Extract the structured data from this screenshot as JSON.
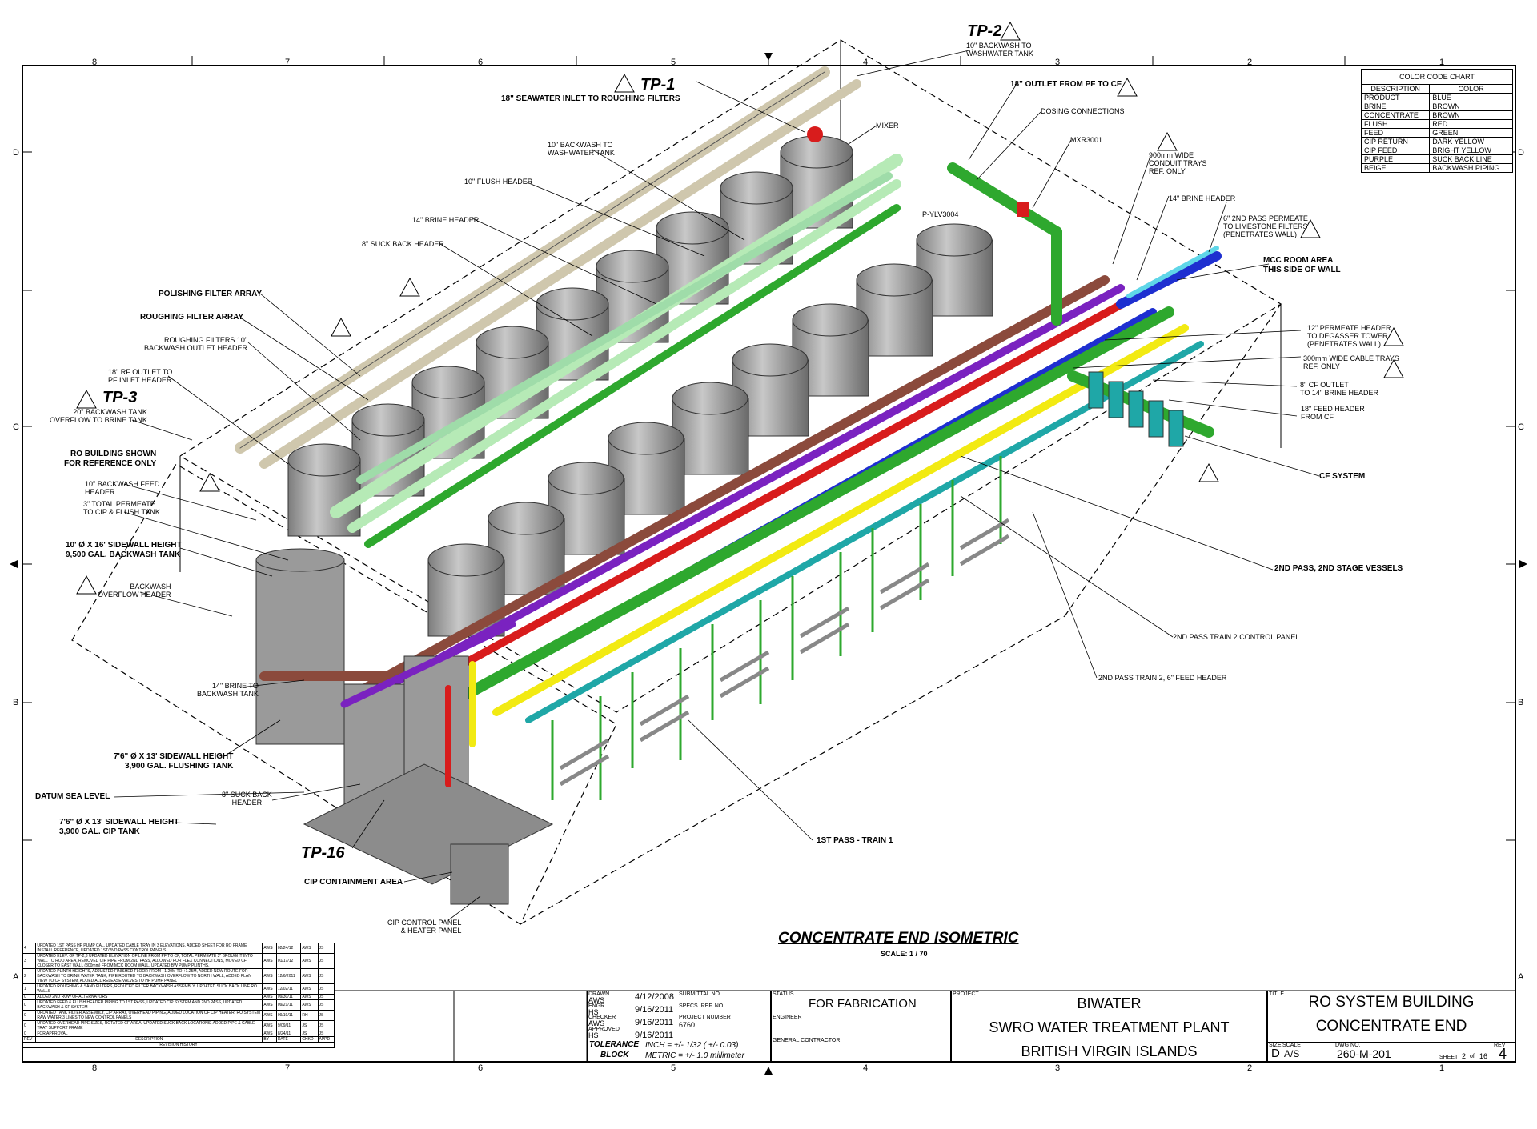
{
  "drawing": {
    "title": "CONCENTRATE END ISOMETRIC",
    "scale": "SCALE: 1 / 70"
  },
  "grid": {
    "cols": [
      "8",
      "7",
      "6",
      "5",
      "4",
      "3",
      "2",
      "1"
    ],
    "rows": [
      "D",
      "C",
      "B",
      "A"
    ]
  },
  "tags": {
    "tp1": "TP-1",
    "tp2": "TP-2",
    "tp3": "TP-3",
    "tp16": "TP-16"
  },
  "labels": {
    "tp2_note": "10\" BACKWASH TO\nWASHWATER TANK",
    "seawater_inlet": "18\" SEAWATER INLET TO ROUGHING FILTERS",
    "outlet_pf_cf": "18\" OUTLET FROM PF TO CF",
    "dosing": "DOSING CONNECTIONS",
    "mixer": "MIXER",
    "mxr": "MXR3001",
    "backwash_ww": "10\" BACKWASH TO\nWASHWATER TANK",
    "flush_header": "10\" FLUSH HEADER",
    "brine_header_14_left": "14\" BRINE HEADER",
    "suck_back_header": "8\" SUCK BACK HEADER",
    "vlv": "P-YLV3004",
    "conduit": "900mm WIDE\nCONDUIT TRAYS\nREF. ONLY",
    "brine_header_14_right": "14\" BRINE HEADER",
    "permeate_2nd": "6\" 2ND PASS PERMEATE\nTO LIMESTONE FILTERS\n(PENETRATES WALL)",
    "mcc": "MCC ROOM AREA\nTHIS SIDE OF WALL",
    "polishing": "POLISHING FILTER ARRAY",
    "roughing": "ROUGHING FILTER ARRAY",
    "roughing_bw": "ROUGHING FILTERS 10\"\nBACKWASH OUTLET HEADER",
    "rf_outlet": "18\" RF OUTLET TO\nPF INLET HEADER",
    "tp3_note": "20\" BACKWASH TANK\nOVERFLOW TO BRINE TANK",
    "ro_building": "RO BUILDING SHOWN\nFOR REFERENCE ONLY",
    "bw_feed": "10\" BACKWASH FEED\nHEADER",
    "total_permeate": "3\" TOTAL PERMEATE\nTO CIP & FLUSH TANK",
    "bw_tank": "10' Ø X 16' SIDEWALL HEIGHT\n9,500 GAL. BACKWASH TANK",
    "bw_overflow": "BACKWASH\nOVERFLOW HEADER",
    "permeate_12": "12\" PERMEATE HEADER\nTO DEGASSER TOWER\n(PENETRATES WALL)",
    "cable_trays": "300mm WIDE CABLE TRAYS\nREF. ONLY",
    "cf_outlet": "8\" CF OUTLET\nTO 14\" BRINE HEADER",
    "feed_header": "18\" FEED HEADER\nFROM CF",
    "cf_system": "CF SYSTEM",
    "second_pass": "2ND PASS, 2ND STAGE VESSELS",
    "train2_panel": "2ND PASS TRAIN 2 CONTROL PANEL",
    "train2_feed": "2ND PASS TRAIN 2, 6\" FEED HEADER",
    "brine_to_bw": "14\" BRINE TO\nBACKWASH TANK",
    "flushing_tank": "7'6\" Ø X 13' SIDEWALL HEIGHT\n3,900 GAL. FLUSHING TANK",
    "datum": "DATUM SEA LEVEL",
    "suck_back": "8\" SUCK BACK\nHEADER",
    "cip_tank": "7'6\" Ø X 13' SIDEWALL HEIGHT\n3,900 GAL. CIP TANK",
    "first_pass": "1ST PASS - TRAIN 1",
    "cip_area": "CIP CONTAINMENT AREA",
    "cip_panel": "CIP CONTROL PANEL\n& HEATER PANEL"
  },
  "color_chart": {
    "title": "COLOR CODE CHART",
    "headers": [
      "DESCRIPTION",
      "COLOR"
    ],
    "rows": [
      [
        "PRODUCT",
        "BLUE"
      ],
      [
        "BRINE",
        "BROWN"
      ],
      [
        "CONCENTRATE",
        "BROWN"
      ],
      [
        "FLUSH",
        "RED"
      ],
      [
        "FEED",
        "GREEN"
      ],
      [
        "CIP RETURN",
        "DARK YELLOW"
      ],
      [
        "CIP FEED",
        "BRIGHT YELLOW"
      ],
      [
        "PURPLE",
        "SUCK BACK LINE"
      ],
      [
        "BEIGE",
        "BACKWASH PIPING"
      ]
    ]
  },
  "title_block": {
    "drawn_label": "DRAWN",
    "drawn_by": "AWS",
    "drawn_date": "4/12/2008",
    "engr_label": "ENGR",
    "engr_by": "HS",
    "engr_date": "9/16/2011",
    "checked_label": "CHECKER",
    "checked_by": "AWS",
    "checked_date": "9/16/2011",
    "approved_label": "APPROVED",
    "approved_by": "HS",
    "approved_date": "9/16/2011",
    "submittal": "SUBMITTAL NO.",
    "specs": "SPECS. REF. NO.",
    "project_number_label": "PROJECT NUMBER",
    "project_number": "6760",
    "status_label": "STATUS",
    "status": "FOR FABRICATION",
    "engineer_label": "ENGINEER",
    "contractor_label": "GENERAL CONTRACTOR",
    "project_label": "PROJECT",
    "project_1": "BIWATER",
    "project_2": "SWRO WATER TREATMENT PLANT",
    "project_3": "BRITISH VIRGIN ISLANDS",
    "title_label": "TITLE",
    "title_1": "RO SYSTEM BUILDING",
    "title_2": "CONCENTRATE END",
    "size_label": "SIZE",
    "size": "D",
    "scale_label": "SCALE",
    "scale": "A/S",
    "dwg_label": "DWG NO.",
    "dwg": "260-M-201",
    "sheet_label": "SHEET",
    "sheet": "2",
    "of_label": "of",
    "sheet_total": "16",
    "rev_label": "REV",
    "rev": "4",
    "tolerance_1": "TOLERANCE",
    "tolerance_2": "BLOCK",
    "tol_inch": "INCH = +/- 1/32 ( +/- 0.03)",
    "tol_metric": "METRIC = +/- 1.0 millimeter"
  },
  "revision": {
    "headers": [
      "REV",
      "DESCRIPTION",
      "BY",
      "DATE",
      "CHKD",
      "APPD"
    ],
    "history_label": "REVISION HISTORY",
    "rows": [
      [
        "4",
        "UPDATED 1ST PASS HP PUMP CAL, UPDATED CABLE TRAY IN 3 ELEVATIONS, ADDED SHEET FOR RO FRAME INSTALL REFERENCE, UPDATED 1ST/2ND PASS CONTROL PANELS",
        "AWS",
        "02/24/12",
        "AWS",
        "JS"
      ],
      [
        "3",
        "UPDATED ELEV. OF TP-2,3 UPDATED ELEVATION OF LINE FROM PF TO CF, TOTAL PERMEATE 3\" BROUGHT INTO WALL TO ROO AREA, REMOVED CIP PIPE FROM 2ND PASS, ALLOWED FOR FLEX CONNECTIONS, MOVED CF CLOSER TO EAST WALL (300mm) FROM MCC ROOM WALL, UPDATED BW PUMP PLINTHS.",
        "AWS",
        "01/17/12",
        "AWS",
        "JS"
      ],
      [
        "2",
        "UPDATED PLINTH HEIGHTS, ADJUSTED FINISHED FLOOR FROM +1.20M TO +1.25M, ADDED NEW ROUTE FOR BACKWASH TO BRINE WATER TANK, PIPE ROUTED TO BACKWASH OVERFLOW TO NORTH WALL, ADDED PLAN VIEW TO CF SYSTEM, ADDED ALL RELEASE VALVES TO HP PUMP PANEL",
        "AWS",
        "12/6/2011",
        "AWS",
        "JS"
      ],
      [
        "1",
        "UPDATED ROUGHING & SAND FILTERS, REDUCED FILTER BACKWASH ASSEMBLY, UPDATED SUCK BACK LINE RO WALLS",
        "AWS",
        "12/02/11",
        "AWS",
        "JS"
      ],
      [
        "0",
        "ADDED 2ND ROW OF ALTERNATORS",
        "AWS",
        "09/30/11",
        "AWS",
        "JS"
      ],
      [
        "0",
        "UPDATED FEED & FLUSH HEADER PIPING TO 1ST PASS, UPDATED CIP SYSTEM AND 2ND PASS, UPDATED BACKWASH & CF SYSTEM",
        "AWS",
        "09/21/11",
        "AWS",
        "JS"
      ],
      [
        "0",
        "UPDATED TANK FILTER ASSEMBLY, CIP ARRAY, OVERHEAD PIPING, ADDED LOCATION OF CIP HEATER, RO SYSTEM RAW WATER 3 LINES TO NEW CONTROL PANELS",
        "AWS",
        "09/19/11",
        "RH",
        "JS"
      ],
      [
        "0",
        "UPDATED OVERHEAD PIPE SIZES, ROTATED CF AREA, UPDATED SUCK BACK LOCATIONS, ADDED PIPE & CABLE TRAY SUPPORT FRAME",
        "AWS",
        "9/09/11",
        "JS",
        "JS"
      ],
      [
        "0",
        "FOR APPROVAL",
        "AWS",
        "8/24/11",
        "JS",
        "JS"
      ]
    ]
  },
  "colors": {
    "feed": "#2ea82e",
    "brine": "#8b4a3c",
    "product": "#1e2fd0",
    "flush": "#d81c1c",
    "cip_feed": "#f2ea12",
    "suck_back": "#7a22c0",
    "beige": "#cfc7ad",
    "teal": "#1fa7a7",
    "light_green": "#b6eab6",
    "cyan": "#5fd6e8",
    "tank": "#9a9a9a"
  }
}
